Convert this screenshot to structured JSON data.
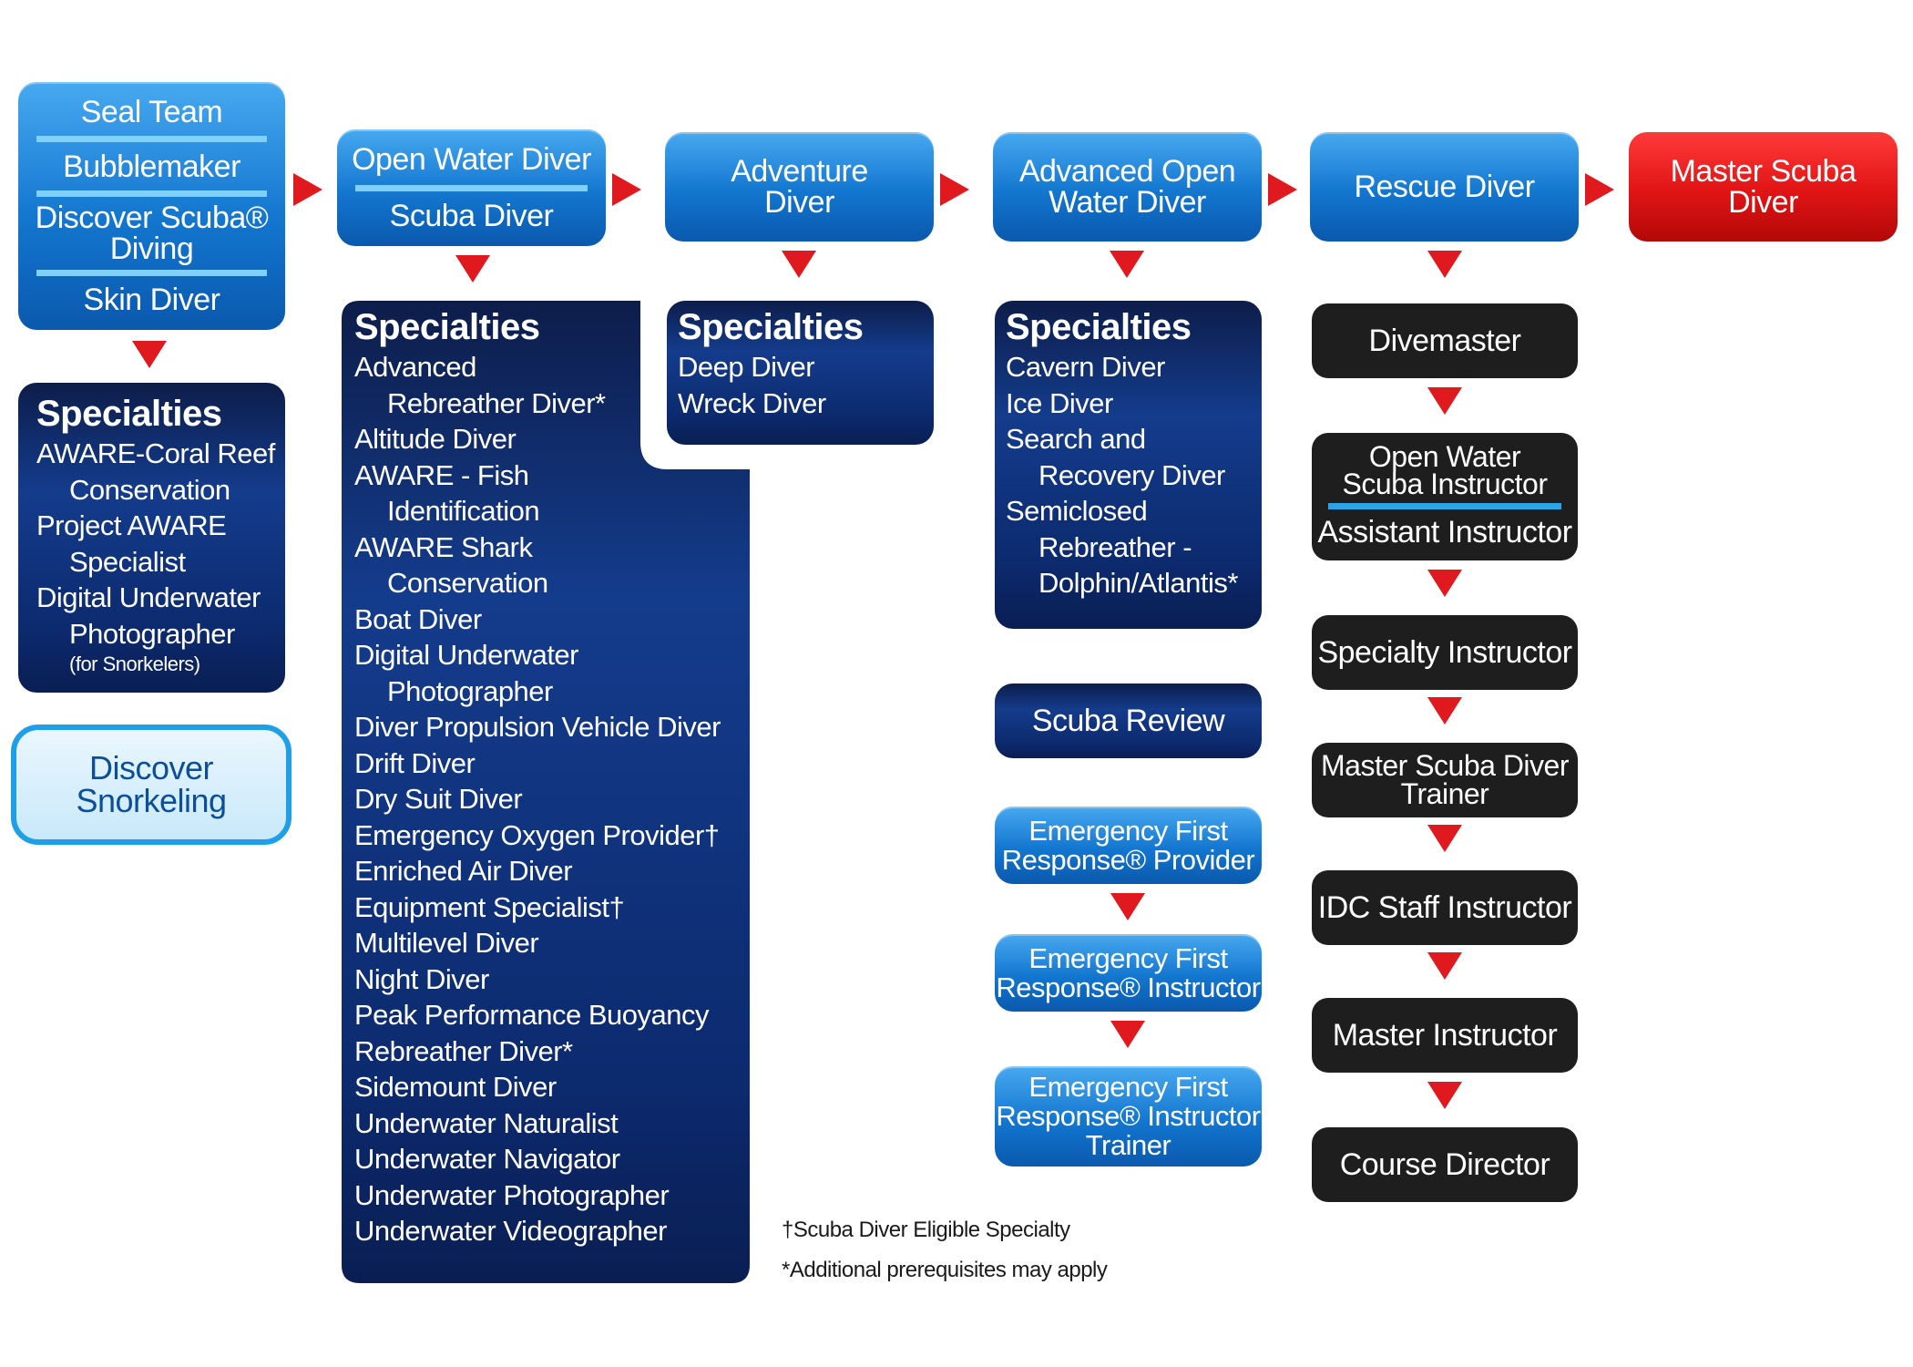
{
  "entry_stack": [
    "Seal Team",
    "Bubblemaker",
    "Discover Scuba®\nDiving",
    "Skin Diver"
  ],
  "entry_specialties": {
    "title": "Specialties",
    "items": [
      {
        "line1": "AWARE-Coral Reef",
        "line2": "Conservation"
      },
      {
        "line1": "Project AWARE",
        "line2": "Specialist"
      },
      {
        "line1": "Digital Underwater",
        "line2": "Photographer",
        "note": "(for Snorkelers)"
      }
    ]
  },
  "discover_snorkeling": "Discover\nSnorkeling",
  "open_water_stack": [
    "Open Water Diver",
    "Scuba Diver"
  ],
  "adventure_diver": "Adventure\nDiver",
  "advanced_open_water": "Advanced Open\nWater Diver",
  "rescue_diver": "Rescue Diver",
  "master_scuba_diver": "Master Scuba\nDiver",
  "open_water_specialties": {
    "title": "Specialties",
    "items": [
      {
        "line1": "Advanced",
        "line2": "Rebreather Diver*"
      },
      {
        "line1": "Altitude Diver"
      },
      {
        "line1": "AWARE - Fish",
        "line2": "Identification"
      },
      {
        "line1": "AWARE Shark",
        "line2": "Conservation"
      },
      {
        "line1": "Boat Diver"
      },
      {
        "line1": "Digital Underwater",
        "line2": "Photographer"
      },
      {
        "line1": "Diver Propulsion Vehicle Diver"
      },
      {
        "line1": "Drift Diver"
      },
      {
        "line1": "Dry Suit Diver"
      },
      {
        "line1": "Emergency Oxygen Provider†"
      },
      {
        "line1": "Enriched Air Diver"
      },
      {
        "line1": "Equipment Specialist†"
      },
      {
        "line1": "Multilevel Diver"
      },
      {
        "line1": "Night Diver"
      },
      {
        "line1": "Peak Performance Buoyancy"
      },
      {
        "line1": "Rebreather Diver*"
      },
      {
        "line1": "Sidemount Diver"
      },
      {
        "line1": "Underwater Naturalist"
      },
      {
        "line1": "Underwater Navigator"
      },
      {
        "line1": "Underwater Photographer"
      },
      {
        "line1": "Underwater Videographer"
      }
    ]
  },
  "adventure_specialties": {
    "title": "Specialties",
    "items": [
      {
        "line1": "Deep Diver"
      },
      {
        "line1": "Wreck Diver"
      }
    ]
  },
  "advanced_specialties": {
    "title": "Specialties",
    "items": [
      {
        "line1": "Cavern Diver"
      },
      {
        "line1": "Ice Diver"
      },
      {
        "line1": "Search and",
        "line2": "Recovery Diver"
      },
      {
        "line1": "Semiclosed",
        "line2": "Rebreather -",
        "line3": "Dolphin/Atlantis*"
      }
    ]
  },
  "scuba_review": "Scuba Review",
  "efr": [
    "Emergency First\nResponse® Provider",
    "Emergency First\nResponse® Instructor",
    "Emergency First\nResponse® Instructor\nTrainer"
  ],
  "pro_path": {
    "divemaster": "Divemaster",
    "owsi": "Open Water\nScuba Instructor",
    "assistant": "Assistant Instructor",
    "specialty_instructor": "Specialty Instructor",
    "msdt": "Master Scuba Diver\nTrainer",
    "idc_staff": "IDC Staff Instructor",
    "master_instructor": "Master Instructor",
    "course_director": "Course Director"
  },
  "footnotes": {
    "dagger": "†Scuba Diver Eligible Specialty",
    "asterisk": "*Additional prerequisites may apply"
  },
  "colors": {
    "blue": "#1376cf",
    "navy": "#0c2a6e",
    "red": "#e01414",
    "black": "#1e1e1e",
    "arrow": "#e0191e",
    "light_border": "#1fa0e6"
  }
}
